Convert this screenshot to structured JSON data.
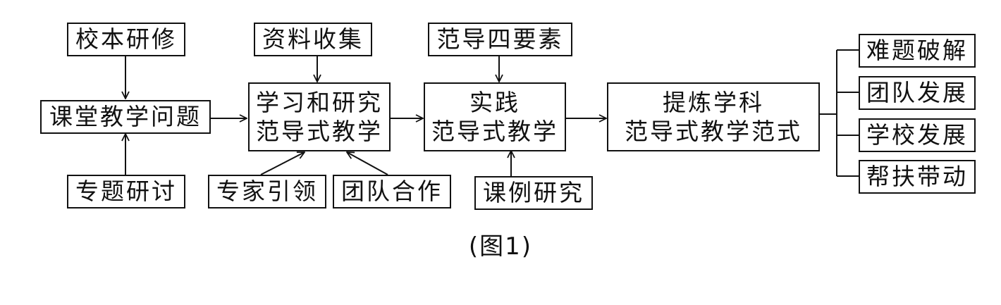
{
  "nodes": {
    "xiaoben": "校本研修",
    "ketang": "课堂教学问题",
    "zhuanti": "专题研讨",
    "ziliao": "资料收集",
    "xuexi": [
      "学习和研究",
      "范导式教学"
    ],
    "zhuanjia": "专家引领",
    "tuandui_hezuo": "团队合作",
    "sifa": "范导四要素",
    "shijian": [
      "实践",
      "范导式教学"
    ],
    "keli": "课例研究",
    "tilian": [
      "提炼学科",
      "范导式教学范式"
    ],
    "nanti": "难题破解",
    "tuandui_fazhan": "团队发展",
    "xuexiao": "学校发展",
    "bangfu": "帮扶带动"
  },
  "caption": "(图1)"
}
